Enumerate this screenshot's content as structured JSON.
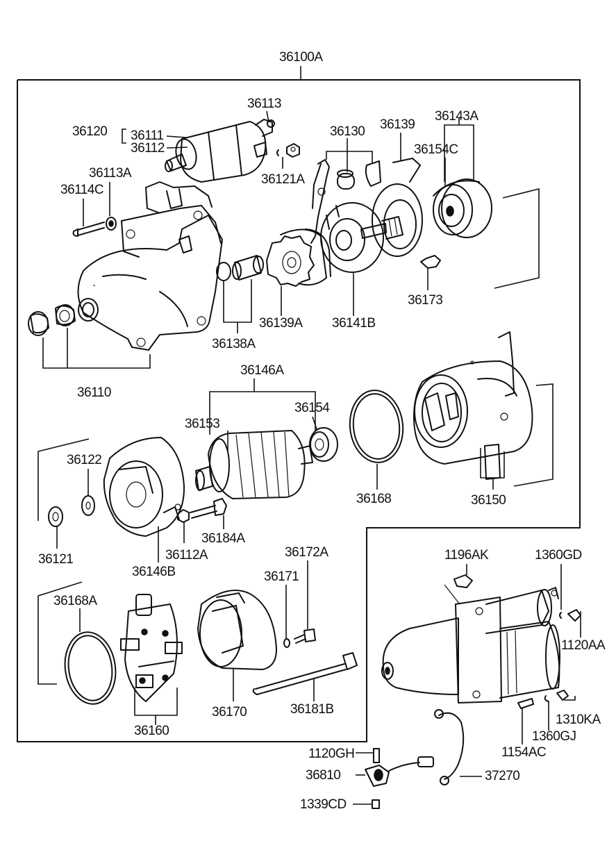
{
  "diagram": {
    "assembly_label": "36100A",
    "labels": {
      "p36113": "36113",
      "p36120": "36120",
      "p36111": "36111",
      "p36112": "36112",
      "p36113A": "36113A",
      "p36114C": "36114C",
      "p36121A": "36121A",
      "p36130": "36130",
      "p36139": "36139",
      "p36143A": "36143A",
      "p36154C": "36154C",
      "p36173": "36173",
      "p36138A": "36138A",
      "p36139A": "36139A",
      "p36141B": "36141B",
      "p36110": "36110",
      "p36146A": "36146A",
      "p36153": "36153",
      "p36154": "36154",
      "p36122": "36122",
      "p36168": "36168",
      "p36150": "36150",
      "p36121": "36121",
      "p36112A": "36112A",
      "p36184A": "36184A",
      "p36146B": "36146B",
      "p36172A": "36172A",
      "p36171": "36171",
      "p36168A": "36168A",
      "p36170": "36170",
      "p36181B": "36181B",
      "p36160": "36160",
      "p1196AK": "1196AK",
      "p1360GD": "1360GD",
      "p1120AA": "1120AA",
      "p1310KA": "1310KA",
      "p1360GJ": "1360GJ",
      "p1154AC": "1154AC",
      "p1120GH": "1120GH",
      "p36810": "36810",
      "p37270": "37270",
      "p1339CD": "1339CD"
    }
  }
}
